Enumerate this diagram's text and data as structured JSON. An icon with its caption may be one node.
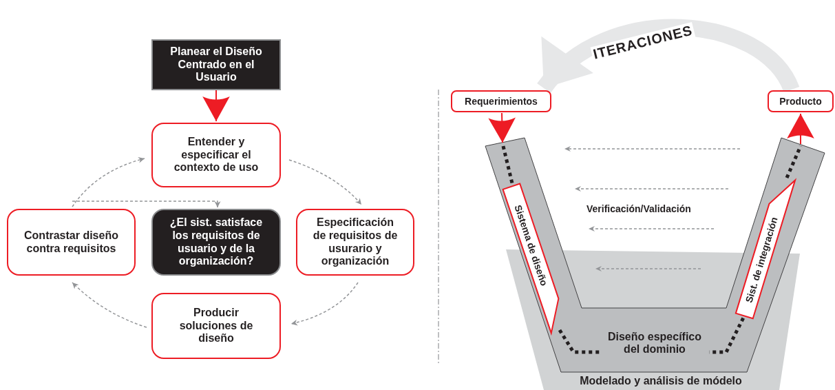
{
  "diagram": {
    "nodes": [
      {
        "text": [
          "Planear el Diseño Centrado en el Usuario"
        ]
      },
      {
        "text": [
          "Entender y especificar el contexto de uso"
        ]
      },
      {
        "text": [
          "¿El sist. satisface los requisitos de usuario y de la organización?"
        ]
      },
      {
        "text": [
          "Contrastar diseño contra requisitos"
        ]
      },
      {
        "text": [
          "Especificación de requisitos de usurario y organización"
        ]
      },
      {
        "text": [
          "Producir soluciones de diseño"
        ]
      },
      {
        "text": [
          "Requerimientos"
        ]
      },
      {
        "text": [
          "Producto"
        ]
      },
      {
        "text": [
          "Sistema de diseño"
        ],
        "in": 10
      },
      {
        "text": [
          "Sist. de integración"
        ],
        "in": 10
      },
      {
        "text": [
          "Diseño específico del dominio"
        ]
      },
      {
        "text": [
          "Modelado y análisis de módelo"
        ]
      }
    ],
    "edges": [
      {
        "from": 0,
        "to": 1,
        "arrow": "to",
        "color": "#ed1c24"
      },
      {
        "from": 1,
        "to": 4,
        "arrow": "to",
        "style": "dashed"
      },
      {
        "from": 4,
        "to": 5,
        "arrow": "to",
        "style": "dashed"
      },
      {
        "from": 5,
        "to": 3,
        "arrow": "to",
        "style": "dashed"
      },
      {
        "from": 3,
        "to": 1,
        "arrow": "to",
        "style": "dashed"
      },
      {
        "from": 3,
        "to": 2,
        "arrow": "to",
        "style": "dashed"
      },
      {
        "from": 6,
        "to": 10,
        "arrow": "to",
        "color": "#ed1c24"
      },
      {
        "from": 10,
        "to": 8,
        "arrow": "none",
        "style": "dashed",
        "color": "#231f20"
      },
      {
        "from": 8,
        "to": 9,
        "arrow": "none",
        "style": "dashed",
        "color": "#231f20"
      },
      {
        "from": 9,
        "to": 10,
        "arrow": "none",
        "style": "dashed",
        "color": "#231f20"
      },
      {
        "from": 10,
        "to": 7,
        "arrow": "to",
        "color": "#ed1c24"
      },
      {
        "from": 7,
        "to": 6,
        "arrow": "to",
        "label": "ITERACIONES",
        "style": "thick",
        "color": "#e6e7e8"
      }
    ],
    "labels": [
      "Verificación/Validación"
    ]
  }
}
